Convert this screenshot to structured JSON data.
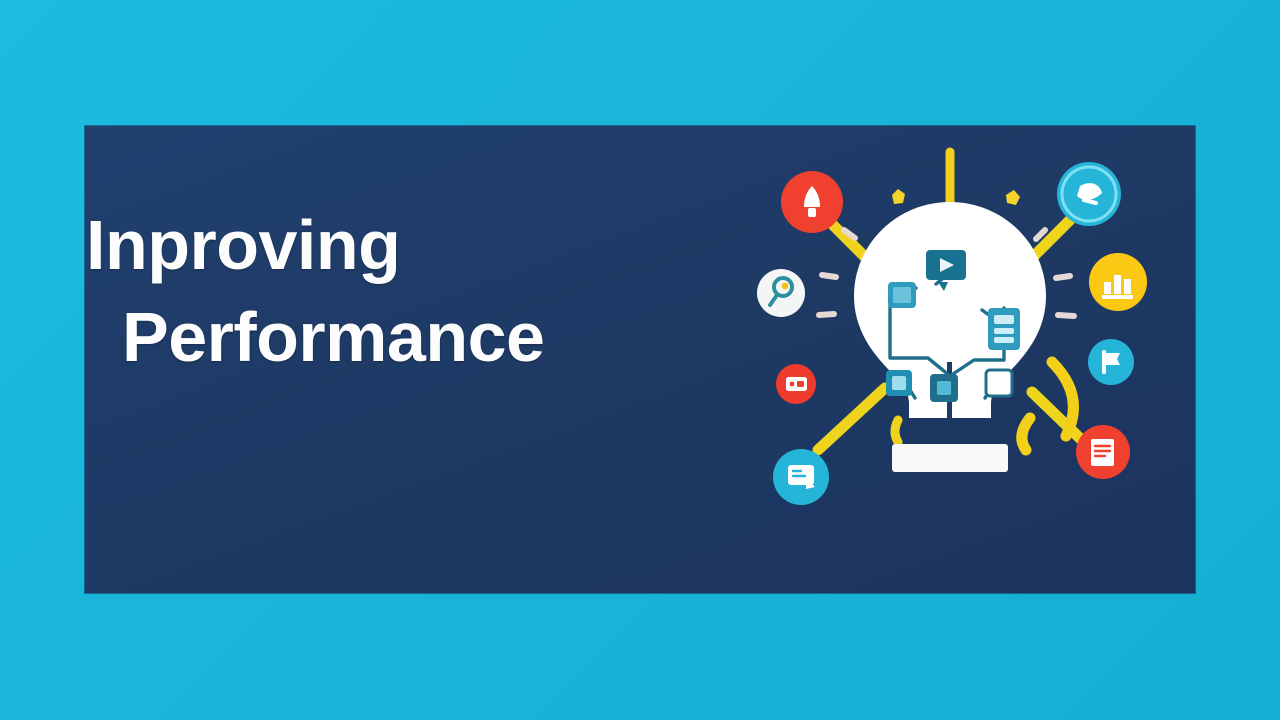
{
  "slide": {
    "background_color": "#1bb8dc",
    "card_color": "#1e3a68",
    "headline": {
      "line_1": "Inproving",
      "line_2": "Performance",
      "text_color": "#ffffff"
    }
  },
  "illustration": {
    "name": "idea-lightbulb-network-illustration",
    "bulb": {
      "glass_color": "#ffffff",
      "base_color": "#ffffff",
      "circuit_color": "#1b7f9e",
      "circuit_fill": "#2596b8"
    },
    "ray_colors": {
      "beam": "#f2d01a",
      "spark": "#f4d32a",
      "dash": "#e9dcd8"
    },
    "nodes": [
      {
        "name": "rocket-icon",
        "label": "rocket",
        "circle_color": "#f0402f",
        "glyph_color": "#ffffff",
        "size": 62
      },
      {
        "name": "search-idea-icon",
        "label": "search idea",
        "circle_color": "#25b5d8",
        "glyph_color": "#ffffff",
        "size": 64
      },
      {
        "name": "bar-chart-icon",
        "label": "bar chart",
        "circle_color": "#fbc913",
        "glyph_color": "#ffffff",
        "size": 58
      },
      {
        "name": "flag-icon",
        "label": "flag",
        "circle_color": "#25b5d8",
        "glyph_color": "#ffffff",
        "size": 46
      },
      {
        "name": "report-icon",
        "label": "report",
        "circle_color": "#f0402f",
        "glyph_color": "#ffffff",
        "size": 54
      },
      {
        "name": "presentation-icon",
        "label": "presentation",
        "circle_color": "#25b5d8",
        "glyph_color": "#ffffff",
        "size": 56
      },
      {
        "name": "magnifier-icon",
        "label": "magnifier",
        "circle_color": "#f4f6f6",
        "glyph_color": "#2b8f9e",
        "size": 48
      },
      {
        "name": "calculator-icon",
        "label": "calculator",
        "circle_color": "#f0402f",
        "glyph_color": "#ffffff",
        "size": 40
      }
    ]
  }
}
